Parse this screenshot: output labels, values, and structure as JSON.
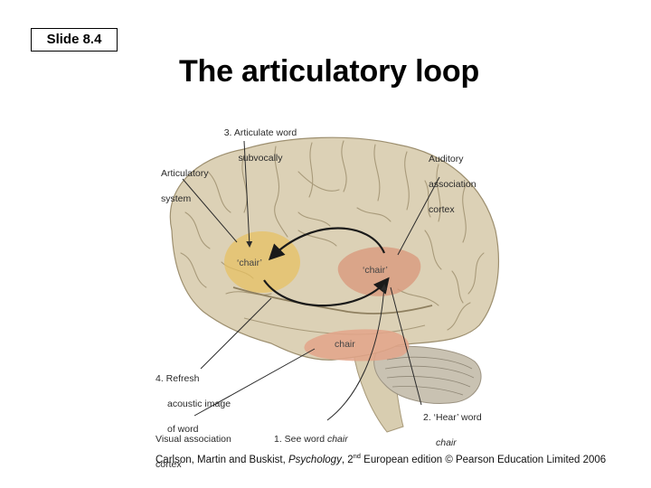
{
  "slide_tag": "Slide 8.4",
  "title": "The articulatory loop",
  "labels": {
    "articulate_line1": "3. Articulate word",
    "articulate_line2": "subvocally",
    "articulatory_line1": "Articulatory",
    "articulatory_line2": "system",
    "auditory_line1": "Auditory",
    "auditory_line2": "association",
    "auditory_line3": "cortex",
    "refresh_line1": "4. Refresh",
    "refresh_line2": "acoustic image",
    "refresh_line3": "of word",
    "visual_line1": "Visual association",
    "visual_line2": "cortex",
    "see_prefix": "1. See word ",
    "see_word": "chair",
    "hear_line1": "2. ‘Hear’ word",
    "hear_line2": "chair"
  },
  "region_words": {
    "articulatory": "‘chair’",
    "auditory": "‘chair’",
    "visual": "chair"
  },
  "credit": {
    "authors": "Carlson, Martin and Buskist, ",
    "book": "Psychology",
    "edition_prefix": ", 2",
    "edition_sup": "nd",
    "edition_rest": " European edition © Pearson Education Limited 2006"
  },
  "colors": {
    "brain": "#dcd1b6",
    "brain_shadow": "#b9ab89",
    "sulcus": "#9a8b6b",
    "articulatory_region": "#e8c060",
    "auditory_region": "#d9967a",
    "visual_region": "#e3a58a",
    "cerebellum": "#c7c0b0"
  }
}
